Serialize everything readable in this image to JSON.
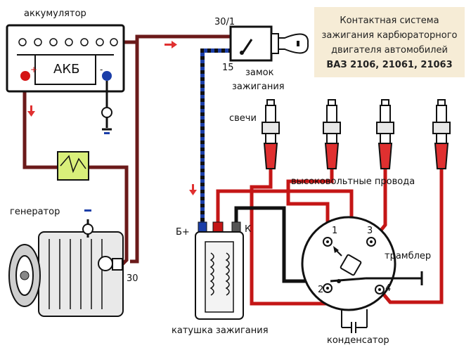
{
  "title_lines": [
    "Контактная система",
    "зажигания карбюраторного",
    "двигателя автомобилей",
    "ВАЗ 2106, 21061, 21063"
  ],
  "labels": {
    "battery": "аккумулятор",
    "battery_body": "АКБ",
    "plus": "+",
    "minus": "-",
    "ignition_lock_top": "30/1",
    "ignition_lock_15": "15",
    "ignition_lock_a": "замок",
    "ignition_lock_b": "зажигания",
    "spark_plugs": "свечи",
    "hv_wires": "высоковольтные провода",
    "generator": "генератор",
    "generator_terminal": "30",
    "coil_b": "Б+",
    "coil_k": "К",
    "coil": "катушка зажигания",
    "distributor": "трамблер",
    "capacitor": "конденсатор",
    "dist_1": "1",
    "dist_2": "2",
    "dist_3": "3",
    "dist_4": "4"
  },
  "colors": {
    "power_wire": "#6b1a1a",
    "hv_wire": "#c41616",
    "ground_wire": "#111111",
    "switched_wire_a": "#1b3ea8",
    "arrow": "#e03030",
    "title_bg": "#f6ecd6",
    "fuse": "#d9ef7a"
  },
  "icons": [
    "battery-icon",
    "ground-icon",
    "fuse-icon",
    "ignition-key-icon",
    "spark-plug-icon",
    "generator-icon",
    "ignition-coil-icon",
    "distributor-icon",
    "capacitor-icon",
    "flow-arrow-icon"
  ]
}
